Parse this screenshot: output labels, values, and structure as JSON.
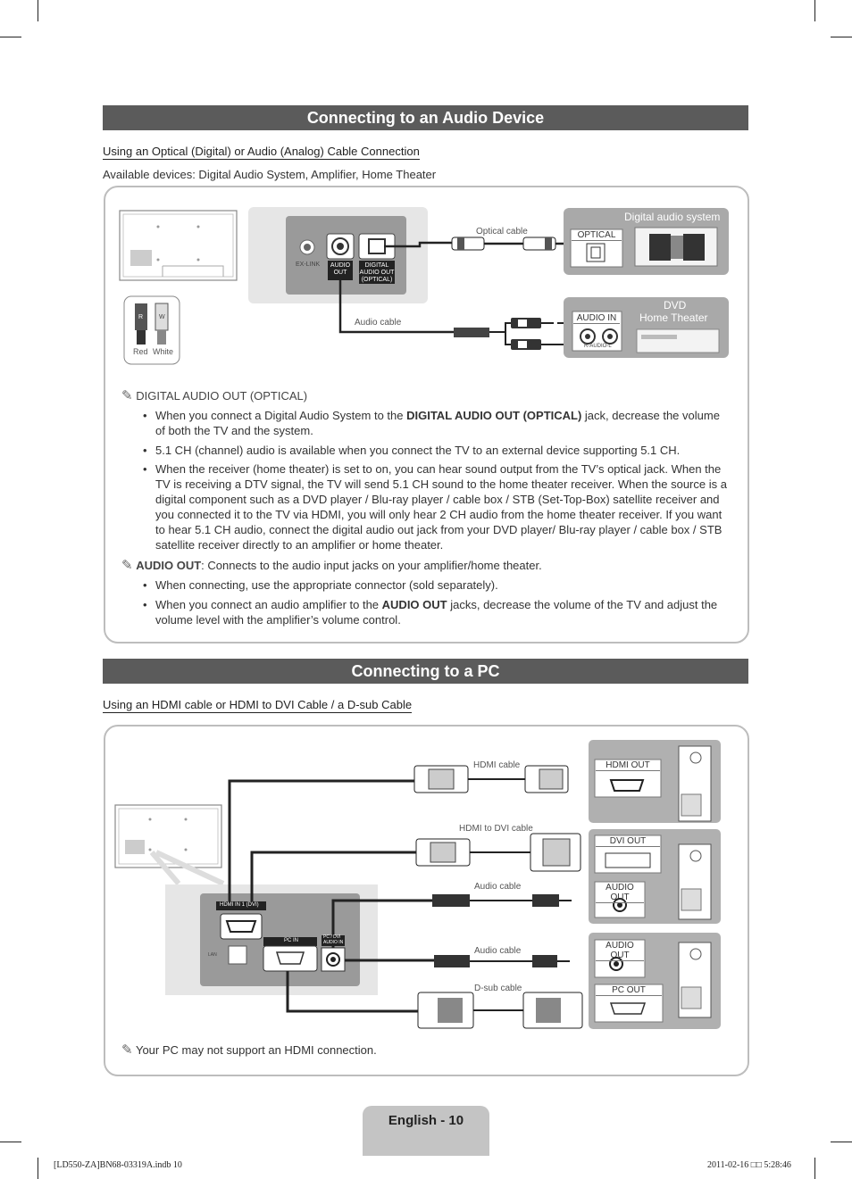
{
  "section_audio": {
    "title": "Connecting to an Audio Device",
    "subtitle": "Using an Optical (Digital) or Audio (Analog) Cable Connection",
    "available": "Available devices: Digital Audio System, Amplifier, Home Theater",
    "diagram": {
      "exlink": "EX-LINK",
      "audio_out": "AUDIO OUT",
      "digital_audio_out": "DIGITAL AUDIO OUT (OPTICAL)",
      "optical_cable": "Optical cable",
      "audio_cable": "Audio cable",
      "digital_audio_system": "Digital audio system",
      "optical_port": "OPTICAL",
      "dvd_home_theater_1": "DVD",
      "dvd_home_theater_2": "Home Theater",
      "audio_in": "AUDIO IN",
      "r_audio_l": "R-AUDIO-L",
      "plug_r": "R",
      "plug_w": "W",
      "red": "Red",
      "white": "White"
    },
    "note1_title": "DIGITAL AUDIO OUT (OPTICAL)",
    "bullets1": {
      "b1_pre": "When you connect a Digital Audio System to the ",
      "b1_bold": "DIGITAL AUDIO OUT (OPTICAL)",
      "b1_post": " jack, decrease the volume of both the TV and the system.",
      "b2": "5.1 CH (channel) audio is available when you connect the TV to an external device supporting 5.1 CH.",
      "b3": "When the receiver (home theater) is set to on, you can hear sound output from the TV’s optical jack. When the TV is receiving a DTV signal, the TV will send 5.1 CH sound to the home theater receiver. When the source is a digital component such as a DVD player / Blu-ray player / cable box / STB (Set-Top-Box) satellite receiver and you connected it to the TV via HDMI, you will only hear 2 CH audio from the home theater receiver. If you want to hear 5.1 CH audio, connect the digital audio out jack from your DVD player/ Blu-ray player / cable box / STB satellite receiver directly to an amplifier or home theater."
    },
    "note2_title": "AUDIO OUT",
    "note2_text": ": Connects to the audio input jacks on your amplifier/home theater.",
    "bullets2": {
      "b1": "When connecting, use the appropriate connector (sold separately).",
      "b2_pre": "When you connect an audio amplifier to the ",
      "b2_bold": "AUDIO OUT",
      "b2_post": " jacks, decrease the volume of the TV and adjust the volume level with the amplifier’s volume control."
    }
  },
  "section_pc": {
    "title": "Connecting to a PC",
    "subtitle": "Using an HDMI cable or HDMI to DVI Cable / a D-sub Cable",
    "diagram": {
      "hdmi_cable": "HDMI cable",
      "hdmi_dvi_cable": "HDMI to DVI cable",
      "audio_cable_1": "Audio cable",
      "audio_cable_2": "Audio cable",
      "dsub_cable": "D-sub cable",
      "hdmi_in": "HDMI IN 1 (DVI)",
      "lan": "LAN",
      "pc_in": "PC IN",
      "pc_dvi_audio_in_1": "PC / DVI",
      "pc_dvi_audio_in_2": "AUDIO IN",
      "hdmi_out": "HDMI OUT",
      "dvi_out": "DVI OUT",
      "audio_out_1": "AUDIO OUT",
      "audio_out_2": "AUDIO OUT",
      "pc_out": "PC OUT"
    },
    "note": "Your PC may not support an HDMI connection."
  },
  "page": {
    "number": "English - 10",
    "footer_left": "[LD550-ZA]BN68-03319A.indb   10",
    "footer_right": "2011-02-16   □□ 5:28:46"
  },
  "icons": {
    "note": "pencil-note-icon"
  }
}
